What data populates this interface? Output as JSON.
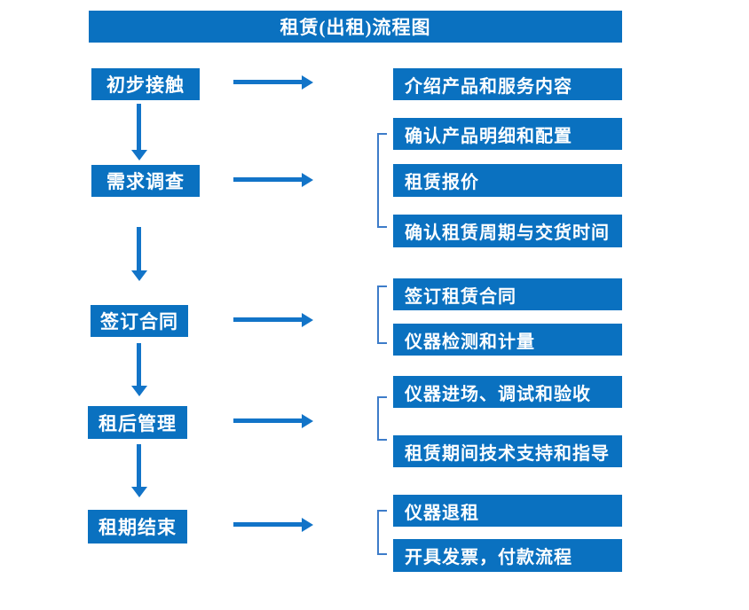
{
  "title": "租赁(出租)流程图",
  "colors": {
    "box_blue": "#0a71c0",
    "arrow_blue": "#1274c8",
    "bracket_blue": "#3d7cc9",
    "text_white": "#ffffff",
    "background": "#ffffff"
  },
  "stages": [
    {
      "step": "初步接触",
      "details": [
        "介绍产品和服务内容"
      ]
    },
    {
      "step": "需求调查",
      "details": [
        "确认产品明细和配置",
        "租赁报价",
        "确认租赁周期与交货时间"
      ]
    },
    {
      "step": "签订合同",
      "details": [
        "签订租赁合同",
        "仪器检测和计量"
      ]
    },
    {
      "step": "租后管理",
      "details": [
        "仪器进场、调试和验收",
        "租赁期间技术支持和指导"
      ]
    },
    {
      "step": "租期结束",
      "details": [
        "仪器退租",
        "开具发票，付款流程"
      ]
    }
  ]
}
